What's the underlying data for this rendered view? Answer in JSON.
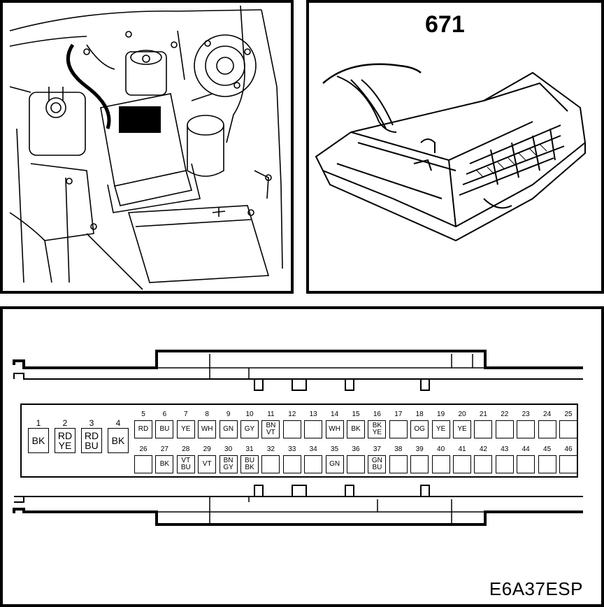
{
  "diagram": {
    "component_number": "671",
    "drawing_code": "E6A37ESP"
  },
  "pins": [
    {
      "num": "1",
      "color": "BK"
    },
    {
      "num": "2",
      "color": "RD\nYE"
    },
    {
      "num": "3",
      "color": "RD\nBU"
    },
    {
      "num": "4",
      "color": "BK"
    },
    {
      "num": "5",
      "color": "RD"
    },
    {
      "num": "6",
      "color": "BU"
    },
    {
      "num": "7",
      "color": "YE"
    },
    {
      "num": "8",
      "color": "WH"
    },
    {
      "num": "9",
      "color": "GN"
    },
    {
      "num": "10",
      "color": "GY"
    },
    {
      "num": "11",
      "color": "BN\nVT"
    },
    {
      "num": "12",
      "color": ""
    },
    {
      "num": "13",
      "color": ""
    },
    {
      "num": "14",
      "color": "WH"
    },
    {
      "num": "15",
      "color": "BK"
    },
    {
      "num": "16",
      "color": "BK\nYE"
    },
    {
      "num": "17",
      "color": ""
    },
    {
      "num": "18",
      "color": "OG"
    },
    {
      "num": "19",
      "color": "YE"
    },
    {
      "num": "20",
      "color": "YE"
    },
    {
      "num": "21",
      "color": ""
    },
    {
      "num": "22",
      "color": ""
    },
    {
      "num": "23",
      "color": ""
    },
    {
      "num": "24",
      "color": ""
    },
    {
      "num": "25",
      "color": ""
    },
    {
      "num": "26",
      "color": ""
    },
    {
      "num": "27",
      "color": "BK"
    },
    {
      "num": "28",
      "color": "VT\nBU"
    },
    {
      "num": "29",
      "color": "VT"
    },
    {
      "num": "30",
      "color": "BN\nGY"
    },
    {
      "num": "31",
      "color": "BU\nBK"
    },
    {
      "num": "32",
      "color": ""
    },
    {
      "num": "33",
      "color": ""
    },
    {
      "num": "34",
      "color": ""
    },
    {
      "num": "35",
      "color": "GN"
    },
    {
      "num": "36",
      "color": ""
    },
    {
      "num": "37",
      "color": "GN\nBU"
    },
    {
      "num": "38",
      "color": ""
    },
    {
      "num": "39",
      "color": ""
    },
    {
      "num": "40",
      "color": ""
    },
    {
      "num": "41",
      "color": ""
    },
    {
      "num": "42",
      "color": ""
    },
    {
      "num": "43",
      "color": ""
    },
    {
      "num": "44",
      "color": ""
    },
    {
      "num": "45",
      "color": ""
    },
    {
      "num": "46",
      "color": ""
    }
  ]
}
